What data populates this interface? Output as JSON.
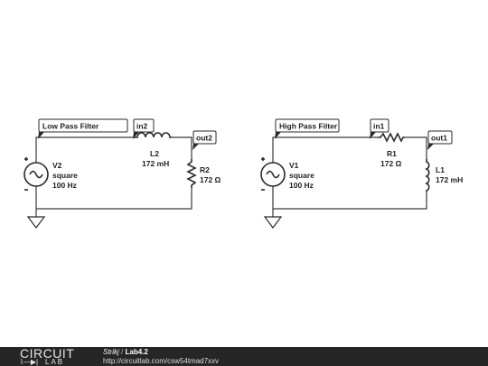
{
  "circuits": [
    {
      "flag": "Low Pass Filter",
      "in_node": "in2",
      "out_node": "out2",
      "source": {
        "name": "V2",
        "type": "square",
        "freq": "100 Hz"
      },
      "series": {
        "name": "L2",
        "value": "172 mH"
      },
      "shunt": {
        "name": "R2",
        "value": "172 Ω"
      }
    },
    {
      "flag": "High Pass Filter",
      "in_node": "in1",
      "out_node": "out1",
      "source": {
        "name": "V1",
        "type": "square",
        "freq": "100 Hz"
      },
      "series": {
        "name": "R1",
        "value": "172 Ω"
      },
      "shunt": {
        "name": "L1",
        "value": "172 mH"
      }
    }
  ],
  "footer": {
    "logo_top": "CIRCUIT",
    "logo_bottom": "LAB",
    "author": "Strikj",
    "separator": "/",
    "circuit_name": "Lab4.2",
    "url": "http://circuitlab.com/csw54tmad7xxv"
  }
}
